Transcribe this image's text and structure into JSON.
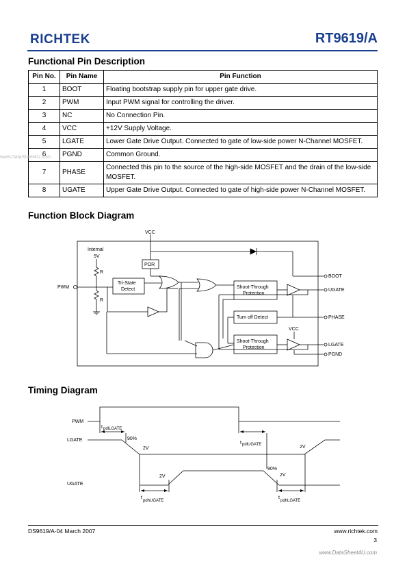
{
  "header": {
    "brand": "RICHTEK",
    "part_number": "RT9619/A"
  },
  "sections": {
    "pins_title": "Functional Pin Description",
    "block_title": "Function Block Diagram",
    "timing_title": "Timing Diagram"
  },
  "pin_table": {
    "columns": [
      "Pin No.",
      "Pin Name",
      "Pin Function"
    ],
    "rows": [
      {
        "no": "1",
        "name": "BOOT",
        "func": "Floating bootstrap supply pin for upper gate drive."
      },
      {
        "no": "2",
        "name": "PWM",
        "func": "Input PWM signal for controlling the driver."
      },
      {
        "no": "3",
        "name": "NC",
        "func": "No Connection Pin."
      },
      {
        "no": "4",
        "name": "VCC",
        "func": "+12V Supply Voltage."
      },
      {
        "no": "5",
        "name": "LGATE",
        "func": "Lower Gate Drive Output. Connected to gate of low-side power N-Channel MOSFET."
      },
      {
        "no": "6",
        "name": "PGND",
        "func": "Common Ground."
      },
      {
        "no": "7",
        "name": "PHASE",
        "func": "Connected this pin to the source of the high-side MOSFET and the drain of the low-side MOSFET."
      },
      {
        "no": "8",
        "name": "UGATE",
        "func": "Upper Gate Drive Output. Connected to gate of high-side power N-Channel MOSFET."
      }
    ]
  },
  "block_diagram": {
    "vcc_top": "VCC",
    "internal": "Internal",
    "v5": "5V",
    "r1": "R",
    "r2": "R",
    "pwm": "PWM",
    "por": "POR",
    "tristate_1": "Tri-State",
    "tristate_2": "Detect",
    "stp1_1": "Shoot-Through",
    "stp1_2": "Protection",
    "turnoff": "Turn off Detect",
    "vcc_inner": "VCC",
    "stp2_1": "Shoot-Through",
    "stp2_2": "Protection",
    "boot": "BOOT",
    "ugate": "UGATE",
    "phase": "PHASE",
    "lgate": "LGATE",
    "pgnd": "PGND"
  },
  "timing": {
    "pwm": "PWM",
    "lgate": "LGATE",
    "ugate": "UGATE",
    "t1_a": "t",
    "t1_b": "pdlLGATE",
    "t2_a": "t",
    "t2_b": "pdlUGATE",
    "t3_a": "t",
    "t3_b": "pdhUGATE",
    "t4_a": "t",
    "t4_b": "pdhLGATE",
    "p90_a": "90%",
    "v2_a": "2V",
    "v2_b": "2V",
    "p90_b": "90%",
    "v2_c": "2V",
    "v2_d": "2V"
  },
  "footer": {
    "doc": "DS9619/A-04   March  2007",
    "site": "www.richtek.com",
    "page": "3"
  },
  "watermarks": {
    "left": "www.DataSheet4U.com",
    "bottom": "www.DataSheet4U.com"
  }
}
